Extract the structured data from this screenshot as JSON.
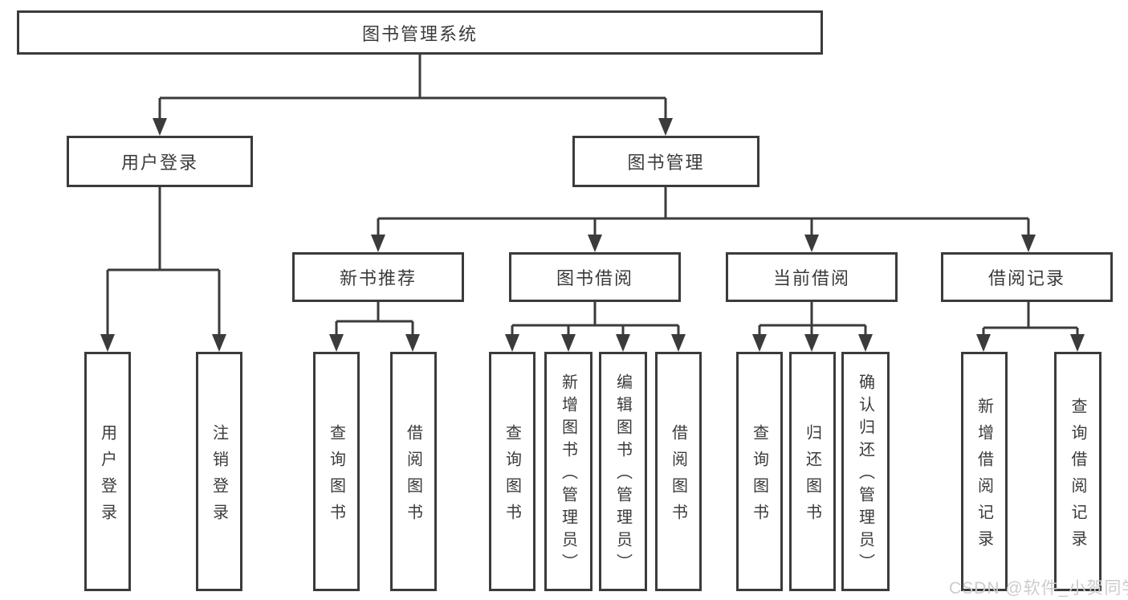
{
  "diagram": {
    "root_label": "图书管理系统",
    "level2": {
      "user_login": "用户登录",
      "book_mgmt": "图书管理"
    },
    "level3": {
      "new_book_rec": "新书推荐",
      "book_borrow": "图书借阅",
      "current_borrow": "当前借阅",
      "borrow_records": "借阅记录"
    },
    "leaves": {
      "user_login": [
        "用户登录",
        "注销登录"
      ],
      "new_book_rec": [
        "查询图书",
        "借阅图书"
      ],
      "book_borrow": [
        "查询图书",
        "新增图书（管理员）",
        "编辑图书（管理员）",
        "借阅图书"
      ],
      "current_borrow": [
        "查询图书",
        "归还图书",
        "确认归还（管理员）"
      ],
      "borrow_records": [
        "新增借阅记录",
        "查询借阅记录"
      ]
    }
  },
  "watermark": {
    "text": "CSDN @软件_小贺同学"
  },
  "colors": {
    "line": "#3b3b3b",
    "text": "#3b3b3b",
    "watermark": "#cccccc",
    "background": "#ffffff"
  }
}
